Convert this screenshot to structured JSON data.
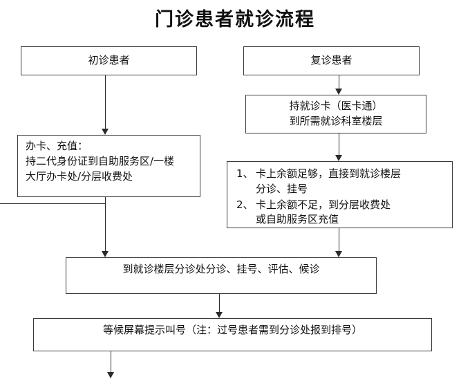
{
  "title": "门诊患者就诊流程",
  "nodes": {
    "first_visit": {
      "label": "初诊患者"
    },
    "return_visit": {
      "label": "复诊患者"
    },
    "card_register": {
      "line1": "办卡、充值：",
      "line2": "持二代身份证到自助服务区/一楼",
      "line3": "大厅办卡处/分层收费处"
    },
    "hold_card": {
      "line1": "持就诊卡（医卡通）",
      "line2": "到所需就诊科室楼层"
    },
    "balance_options": {
      "item1_marker": "1、",
      "item1_line1": "卡上余额足够，直接到就诊楼层",
      "item1_line2": "分诊、挂号",
      "item2_marker": "2、",
      "item2_line1": "卡上余额不足，到分层收费处",
      "item2_line2": "或自助服务区充值"
    },
    "triage": {
      "label": "到就诊楼层分诊处分诊、挂号、评估、候诊"
    },
    "waiting_screen": {
      "label": "等候屏幕提示叫号（注：过号患者需到分诊处报到排号）"
    }
  },
  "colors": {
    "box_border": "#3a3a3a",
    "connector": "#2b2b2b",
    "background": "#ffffff",
    "text": "#111111"
  }
}
